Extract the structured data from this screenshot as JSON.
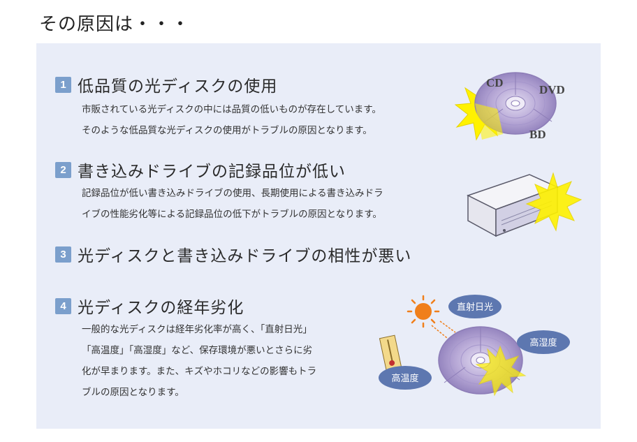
{
  "page": {
    "title": "その原因は・・・"
  },
  "items": [
    {
      "number": "1",
      "title": "低品質の光ディスクの使用",
      "body": [
        "市販されている光ディスクの中には品質の低いものが存在しています。",
        "そのような低品質な光ディスクの使用がトラブルの原因となります。"
      ]
    },
    {
      "number": "2",
      "title": "書き込みドライブの記録品位が低い",
      "body": [
        "記録品位が低い書き込みドライブの使用、長期使用による書き込みドラ",
        "イブの性能劣化等による記録品位の低下がトラブルの原因となります。"
      ]
    },
    {
      "number": "3",
      "title": "光ディスクと書き込みドライブの相性が悪い",
      "body": []
    },
    {
      "number": "4",
      "title": "光ディスクの経年劣化",
      "body": [
        "一般的な光ディスクは経年劣化率が高く、「直射日光」",
        "「高温度」「高湿度」など、保存環境が悪いとさらに劣",
        "化が早まります。また、キズやホコリなどの影響もトラ",
        "ブルの原因となります。"
      ]
    }
  ],
  "disc_labels": {
    "cd": "CD",
    "dvd": "DVD",
    "bd": "BD"
  },
  "bubbles": {
    "sunlight": "直射日光",
    "humidity": "高湿度",
    "temperature": "高温度"
  },
  "colors": {
    "badge": "#7b9fcc",
    "panel": "#e9edf8",
    "disc": "#b7a8d6",
    "starburst": "#fff200",
    "bubble": "#5d77b0",
    "sun": "#f07f1b"
  }
}
